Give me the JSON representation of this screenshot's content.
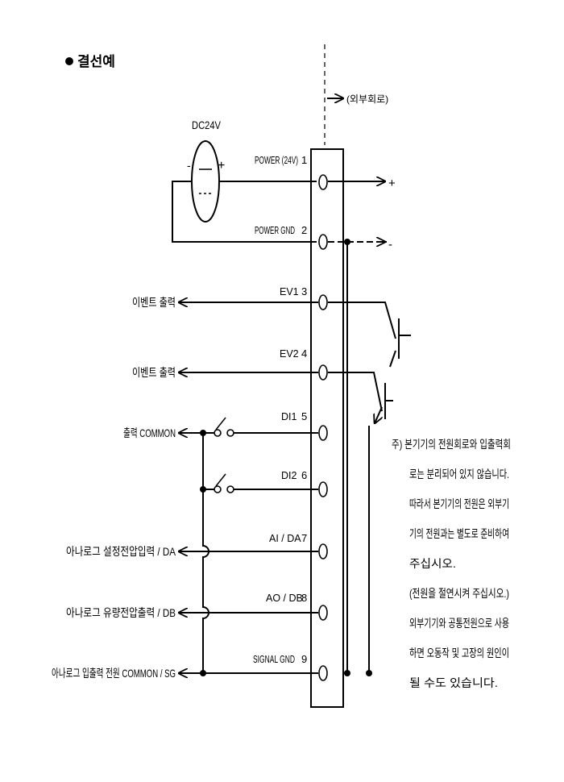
{
  "section_title": "결선예",
  "external_circuit_label": "(외부회로)",
  "power_supply": {
    "label": "DC24V",
    "minus": "-",
    "plus": "+"
  },
  "out_plus": "+",
  "out_minus": "-",
  "terminals": [
    {
      "name": "POWER (24V)",
      "num": "1"
    },
    {
      "name": "POWER GND",
      "num": "2"
    },
    {
      "name": "EV1",
      "num": "3"
    },
    {
      "name": "EV2",
      "num": "4"
    },
    {
      "name": "DI1",
      "num": "5"
    },
    {
      "name": "DI2",
      "num": "6"
    },
    {
      "name": "AI / DA",
      "num": "7"
    },
    {
      "name": "AO / DB",
      "num": "8"
    },
    {
      "name": "SIGNAL GND",
      "num": "9"
    }
  ],
  "left_labels": {
    "ev1": "이벤트 출력",
    "ev2": "이벤트 출력",
    "common": "출력 COMMON",
    "da": "아나로그 설정전압입력 / DA",
    "db": "아나로그 유량전압출력 / DB",
    "sg": "아나로그 입출력 전원 COMMON / SG"
  },
  "note": [
    "주) 본기기의 전원회로와 입출력회",
    "로는 분리되어 있지 않습니다.",
    "따라서 본기기의 전원은 외부기",
    "기의 전원과는 별도로 준비하여",
    "주십시오.",
    "(전원을 절연시켜 주십시오.)",
    "외부기기와 공통전원으로 사용",
    "하면 오동작 및 고장의 원인이",
    "될 수도 있습니다."
  ]
}
